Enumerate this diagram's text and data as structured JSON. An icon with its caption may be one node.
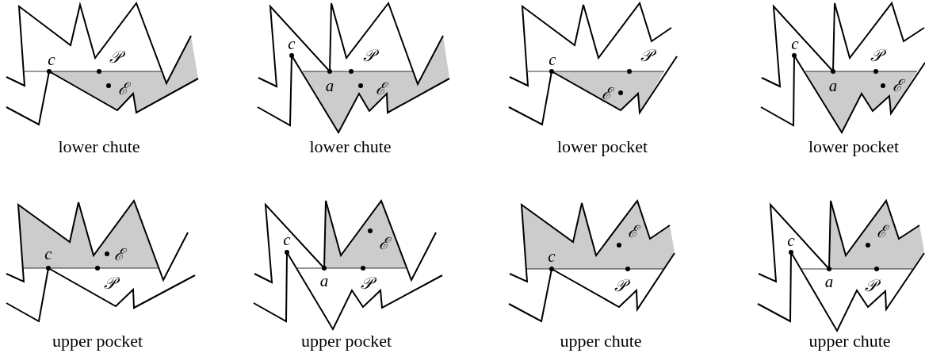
{
  "diagram": {
    "labels": [
      "c",
      "𝒫",
      "ℰ",
      "lower chute",
      "c",
      "𝒫",
      "a",
      "ℰ",
      "lower chute",
      "c",
      "𝒫",
      "ℰ",
      "lower pocket",
      "c",
      "𝒫",
      "a",
      "ℰ",
      "lower pocket",
      "c",
      "ℰ",
      "𝒫",
      "upper pocket",
      "c",
      "ℰ",
      "a",
      "𝒫",
      "upper pocket",
      "ℰ",
      "c",
      "𝒫",
      "upper chute",
      "c",
      "ℰ",
      "a",
      "𝒫",
      "upper chute"
    ]
  }
}
